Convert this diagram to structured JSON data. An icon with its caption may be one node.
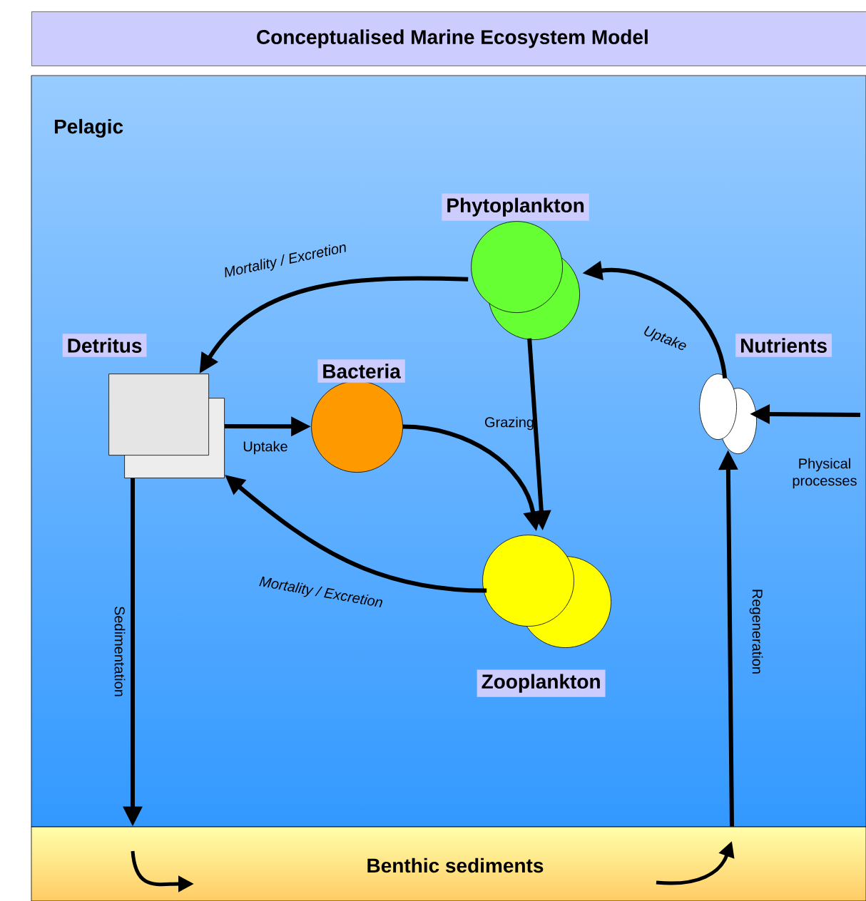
{
  "diagram": {
    "title": "Conceptualised Marine Ecosystem Model",
    "nodes": [
      {
        "text": [
          "Pelagic"
        ]
      },
      {
        "text": [
          "Phytoplankton"
        ],
        "in": 0
      },
      {
        "text": [
          "Detritus"
        ],
        "in": 0
      },
      {
        "text": [
          "Bacteria"
        ],
        "in": 0
      },
      {
        "text": [
          "Nutrients"
        ],
        "in": 0
      },
      {
        "text": [
          "Zooplankton"
        ],
        "in": 0
      },
      {
        "text": [
          "Benthic sediments"
        ]
      }
    ],
    "edges": [
      {
        "from": 1,
        "to": 2,
        "arrow": "to",
        "label": "Mortality / Excretion"
      },
      {
        "from": 4,
        "to": 1,
        "arrow": "to",
        "label": "Uptake"
      },
      {
        "from": 2,
        "to": 3,
        "arrow": "to",
        "label": "Uptake"
      },
      {
        "from": 3,
        "to": 5,
        "arrow": "to"
      },
      {
        "from": 1,
        "to": 5,
        "arrow": "to",
        "label": "Grazing"
      },
      {
        "from": 5,
        "to": 2,
        "arrow": "to",
        "label": "Mortality / Excretion"
      },
      {
        "from": null,
        "to": 4,
        "arrow": "to",
        "label": "Physical processes"
      },
      {
        "from": 2,
        "to": 6,
        "arrow": "to",
        "label": "Sedimentation"
      },
      {
        "from": 6,
        "to": 4,
        "arrow": "to",
        "label": "Regeneration"
      }
    ]
  }
}
